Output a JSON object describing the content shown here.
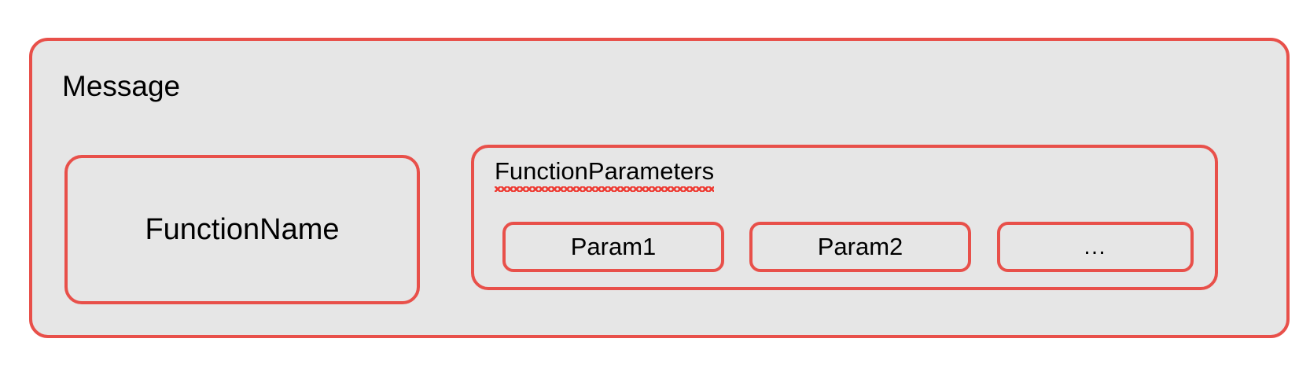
{
  "diagram": {
    "title": "Message",
    "colors": {
      "border": "#e8504a",
      "fill": "#e6e6e6",
      "text": "#000000",
      "spellcheck_underline": "#ee3b33",
      "background": "#ffffff"
    },
    "blocks": {
      "function_name": {
        "label": "FunctionName"
      },
      "function_parameters": {
        "label": "FunctionParameters",
        "has_spellcheck_underline": true,
        "params": [
          {
            "label": "Param1"
          },
          {
            "label": "Param2"
          },
          {
            "label": "…"
          }
        ]
      }
    }
  }
}
